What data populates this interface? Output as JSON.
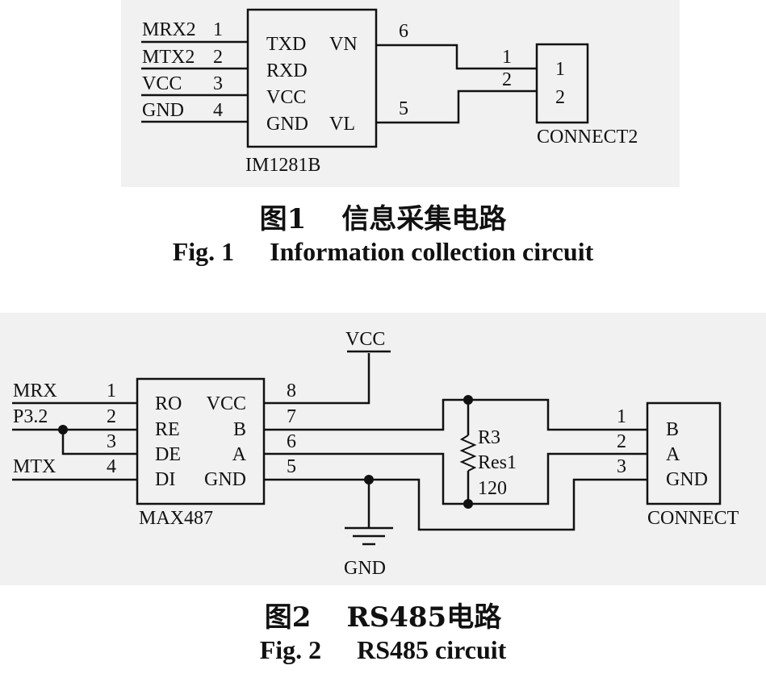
{
  "fig1": {
    "ic_name": "IM1281B",
    "ic_pins_left": [
      "TXD",
      "RXD",
      "VCC",
      "GND"
    ],
    "ic_pins_right": [
      "VN",
      "VL"
    ],
    "nets_left": [
      "MRX2",
      "MTX2",
      "VCC",
      "GND"
    ],
    "pin_nums_left": [
      "1",
      "2",
      "3",
      "4"
    ],
    "pin_nums_right": [
      "6",
      "5"
    ],
    "connector_name": "CONNECT2",
    "connector_pins": [
      "1",
      "2"
    ],
    "connector_wire_nums": [
      "1",
      "2"
    ],
    "caption_cn_num": "图1",
    "caption_cn_text": "信息采集电路",
    "caption_en_num": "Fig. 1",
    "caption_en_text": "Information collection circuit"
  },
  "fig2": {
    "ic_name": "MAX487",
    "ic_pins_left": [
      "RO",
      "RE",
      "DE",
      "DI"
    ],
    "ic_pins_right": [
      "VCC",
      "B",
      "A",
      "GND"
    ],
    "nets_left": [
      "MRX",
      "P3.2",
      "MTX"
    ],
    "pin_nums_left": [
      "1",
      "2",
      "3",
      "4"
    ],
    "pin_nums_right": [
      "8",
      "7",
      "6",
      "5"
    ],
    "vcc_label": "VCC",
    "gnd_label": "GND",
    "resistor_ref": "R3",
    "resistor_type": "Res1",
    "resistor_value": "120",
    "connector_name": "CONNECT",
    "connector_pins": [
      "B",
      "A",
      "GND"
    ],
    "connector_wire_nums": [
      "1",
      "2",
      "3"
    ],
    "caption_cn_num": "图2",
    "caption_cn_text": "RS485电路",
    "caption_en_num": "Fig. 2",
    "caption_en_text": "RS485 circuit"
  }
}
